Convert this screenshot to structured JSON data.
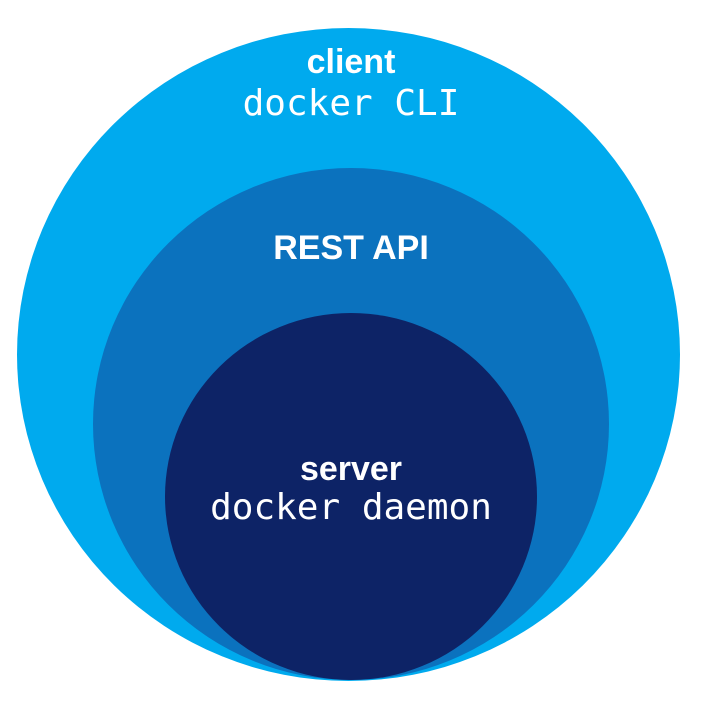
{
  "diagram": {
    "background_color": "#ffffff",
    "text_color": "#ffffff",
    "layers": [
      {
        "id": "client",
        "label": "client",
        "sublabel": "docker CLI",
        "fill": "#00aaee"
      },
      {
        "id": "rest-api",
        "label": "REST API",
        "sublabel": "",
        "fill": "#0b72be"
      },
      {
        "id": "server",
        "label": "server",
        "sublabel": "docker daemon",
        "fill": "#0d2366"
      }
    ]
  }
}
